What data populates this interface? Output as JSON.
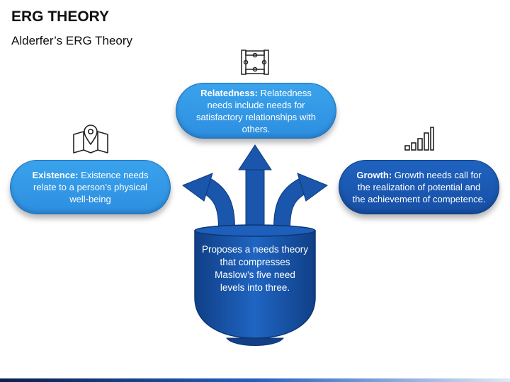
{
  "title": "ERG THEORY",
  "subtitle": "Alderfer’s ERG Theory",
  "nodes": {
    "relatedness": {
      "label": "Relatedness:",
      "text": " Relatedness needs include needs for satisfactory relationships with others."
    },
    "existence": {
      "label": "Existence:",
      "text": " Existence needs relate to a person’s physical well-being"
    },
    "growth": {
      "label": "Growth:",
      "text": " Growth needs call for the realization of potential and the achievement of competence."
    }
  },
  "center": {
    "text": "Proposes a needs theory that compresses Maslow’s five need levels into three."
  },
  "icons": {
    "relatedness": "puzzle-pieces-icon",
    "existence": "map-location-icon",
    "growth": "signal-bars-icon"
  },
  "colors": {
    "light_blue": "#2d8ee0",
    "dark_blue": "#174fa5",
    "pot": "#1b5cb3"
  }
}
